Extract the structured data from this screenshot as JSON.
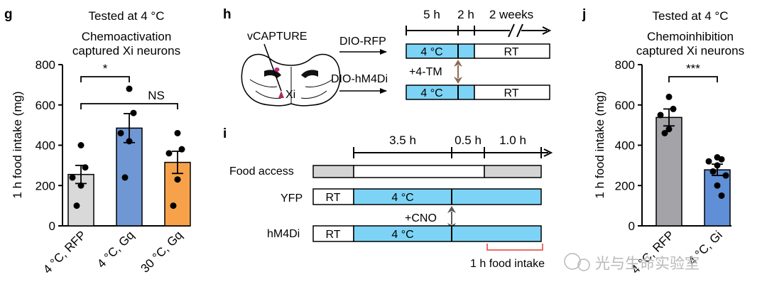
{
  "chart_data": [
    {
      "type": "bar",
      "panel": "g",
      "title": "Tested at 4 °C",
      "subtitle": [
        "Chemoactivation",
        "captured Xi neurons"
      ],
      "ylabel": "1 h food intake (mg)",
      "xlabel": "",
      "ylim": [
        0,
        800
      ],
      "yticks": [
        "0",
        "200",
        "400",
        "600",
        "800"
      ],
      "categories": [
        "4 °C, RFP",
        "4 °C, Gq",
        "30 °C, Gq"
      ],
      "values": [
        255,
        485,
        315
      ],
      "sem": [
        45,
        72,
        55
      ],
      "colors": [
        "#d9d9d9",
        "#6f97d4",
        "#f7a24a"
      ],
      "points": [
        [
          400,
          290,
          240,
          200,
          100
        ],
        [
          680,
          560,
          460,
          420,
          240
        ],
        [
          460,
          380,
          360,
          230,
          100
        ]
      ],
      "significance": [
        {
          "pair": [
            0,
            1
          ],
          "label": "*"
        },
        {
          "pair": [
            0,
            2
          ],
          "label": "NS"
        }
      ]
    },
    {
      "type": "bar",
      "panel": "j",
      "title": "Tested at 4 °C",
      "subtitle": [
        "Chemoinhibition",
        "captured Xi neurons"
      ],
      "ylabel": "1 h food intake (mg)",
      "xlabel": "",
      "ylim": [
        0,
        800
      ],
      "yticks": [
        "0",
        "200",
        "400",
        "600",
        "800"
      ],
      "categories": [
        "4 °C, RFP",
        "4 °C, Gi"
      ],
      "values": [
        538,
        278
      ],
      "sem": [
        42,
        28
      ],
      "colors": [
        "#a3a3a8",
        "#5f8fd6"
      ],
      "points": [
        [
          640,
          580,
          550,
          480,
          460
        ],
        [
          340,
          330,
          320,
          300,
          270,
          250,
          200,
          150
        ]
      ],
      "significance": [
        {
          "pair": [
            0,
            1
          ],
          "label": "***"
        }
      ]
    }
  ],
  "panel_h": {
    "label": "h",
    "probe_label": "vCAPTURE",
    "region_label": "Xi",
    "times": [
      "5 h",
      "2 h",
      "2 weeks"
    ],
    "virus1": "DIO-RFP",
    "virus2": "DIO-hM4Di",
    "treatment": "+4-TM",
    "bar_cold": "4 °C",
    "bar_rt": "RT",
    "cold_color": "#7dd3f5",
    "arrow_color": "#8b6a4e"
  },
  "panel_i": {
    "label": "i",
    "times": [
      "3.5 h",
      "0.5 h",
      "1.0 h"
    ],
    "rows": [
      "Food access",
      "YFP",
      "hM4Di"
    ],
    "bar_rt": "RT",
    "bar_cold": "4 °C",
    "treatment": "+CNO",
    "readout": "1 h food intake",
    "cold_color": "#7dd3f5",
    "food_off_color": "#d4d4d4",
    "arrow_color": "#5a5a5a",
    "bracket_color": "#e23b3b"
  },
  "watermark": "光与生命实验室"
}
